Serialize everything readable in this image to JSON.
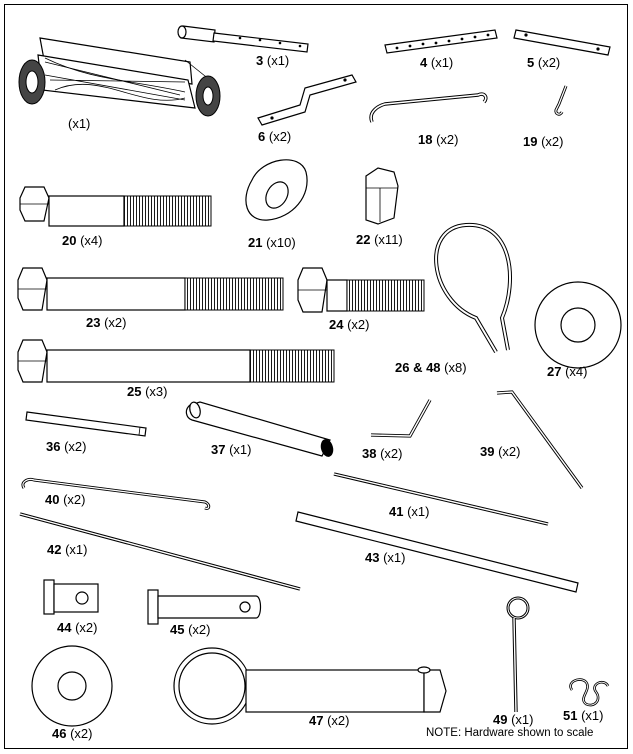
{
  "note": "NOTE: Hardware shown to scale",
  "parts": [
    {
      "num": "",
      "qty": "(x1)"
    },
    {
      "num": "3",
      "qty": "(x1)"
    },
    {
      "num": "4",
      "qty": "(x1)"
    },
    {
      "num": "5",
      "qty": "(x2)"
    },
    {
      "num": "6",
      "qty": "(x2)"
    },
    {
      "num": "18",
      "qty": "(x2)"
    },
    {
      "num": "19",
      "qty": "(x2)"
    },
    {
      "num": "20",
      "qty": "(x4)"
    },
    {
      "num": "21",
      "qty": "(x10)"
    },
    {
      "num": "22",
      "qty": "(x11)"
    },
    {
      "num": "23",
      "qty": "(x2)"
    },
    {
      "num": "24",
      "qty": "(x2)"
    },
    {
      "num": "25",
      "qty": "(x3)"
    },
    {
      "num": "26 & 48",
      "qty": "(x8)"
    },
    {
      "num": "27",
      "qty": "(x4)"
    },
    {
      "num": "36",
      "qty": "(x2)"
    },
    {
      "num": "37",
      "qty": "(x1)"
    },
    {
      "num": "38",
      "qty": "(x2)"
    },
    {
      "num": "39",
      "qty": "(x2)"
    },
    {
      "num": "40",
      "qty": "(x2)"
    },
    {
      "num": "41",
      "qty": "(x1)"
    },
    {
      "num": "42",
      "qty": "(x1)"
    },
    {
      "num": "43",
      "qty": "(x1)"
    },
    {
      "num": "44",
      "qty": "(x2)"
    },
    {
      "num": "45",
      "qty": "(x2)"
    },
    {
      "num": "46",
      "qty": "(x2)"
    },
    {
      "num": "47",
      "qty": "(x2)"
    },
    {
      "num": "49",
      "qty": "(x1)"
    },
    {
      "num": "51",
      "qty": "(x1)"
    }
  ]
}
